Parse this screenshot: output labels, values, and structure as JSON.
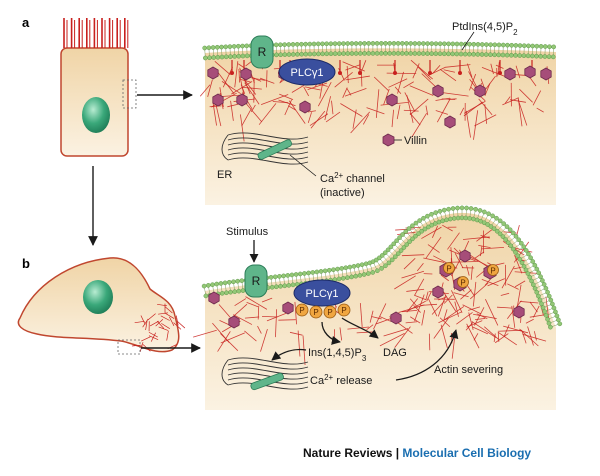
{
  "panels": {
    "a": "a",
    "b": "b"
  },
  "labels": {
    "receptor": "R",
    "plc": "PLCγ1",
    "pip2_prefix": "PtdIns(4,5)P",
    "pip2_sub": "2",
    "villin": "Villin",
    "er": "ER",
    "ca_channel_prefix": "Ca",
    "ca_channel_sup": "2+",
    "ca_channel_suffix": " channel",
    "ca_channel_state": "(inactive)",
    "stimulus": "Stimulus",
    "ip3_prefix": "Ins(1,4,5)P",
    "ip3_sub": "3",
    "dag": "DAG",
    "ca_release_prefix": "Ca",
    "ca_release_sup": "2+",
    "ca_release_suffix": " release",
    "actin_severing": "Actin severing",
    "phospho": "P"
  },
  "credit": {
    "publisher": "Nature Reviews",
    "separator": " | ",
    "journal": "Molecular Cell Biology"
  },
  "colors": {
    "cytoplasm": "#f3dfb6",
    "actin": "#c8201e",
    "membrane_head": "#93c776",
    "plc": "#3a4f9e",
    "receptor": "#5fb58a",
    "villin": "#a64d79",
    "phospho": "#f0a640",
    "nucleus": "#2e9e6e"
  }
}
